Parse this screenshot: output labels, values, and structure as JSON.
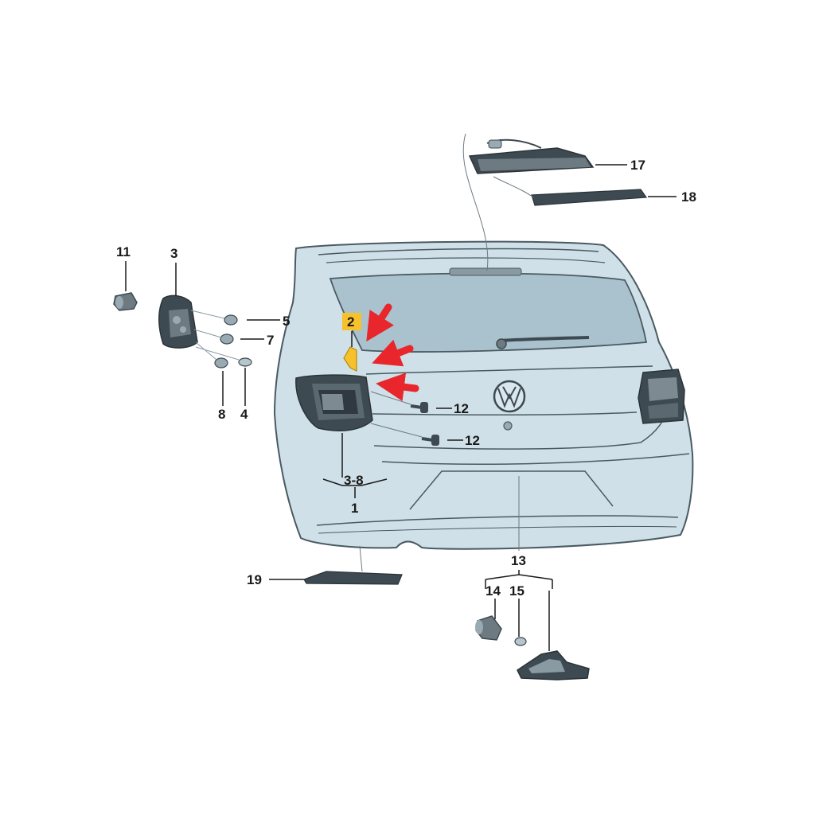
{
  "diagram": {
    "callouts": {
      "c1": "1",
      "c2": "2",
      "c3": "3",
      "c3_8": "3-8",
      "c4": "4",
      "c5": "5",
      "c7": "7",
      "c8": "8",
      "c11": "11",
      "c12a": "12",
      "c12b": "12",
      "c13": "13",
      "c14": "14",
      "c15": "15",
      "c17": "17",
      "c18": "18",
      "c19": "19"
    },
    "colors": {
      "body": "#cfe0e8",
      "body_shade": "#bcd0da",
      "outline": "#4a5a62",
      "glass": "#a9c2cd",
      "part_dark": "#3e4a52",
      "part_mid": "#6d7a82",
      "highlight": "#f6c12a",
      "arrow": "#e8262b",
      "leader": "#1a1a1a"
    }
  }
}
